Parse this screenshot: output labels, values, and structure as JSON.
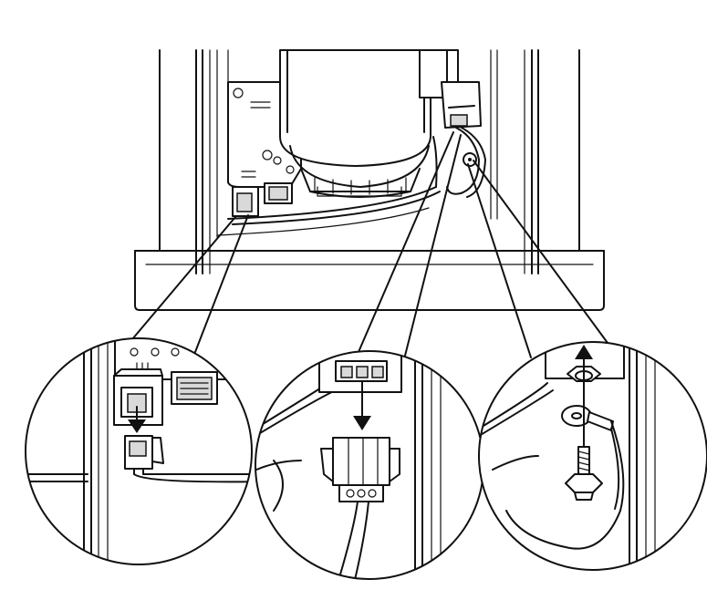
{
  "figure": {
    "type": "installation-diagram",
    "line_color": "#111111",
    "background_color": "#ffffff",
    "detail_callouts": [
      {
        "id": "left",
        "subject": "pcb-connector",
        "arrow_direction": "down"
      },
      {
        "id": "center",
        "subject": "plug-connector",
        "arrow_direction": "down"
      },
      {
        "id": "right",
        "subject": "ground-terminal",
        "arrow_direction": "up"
      }
    ]
  }
}
